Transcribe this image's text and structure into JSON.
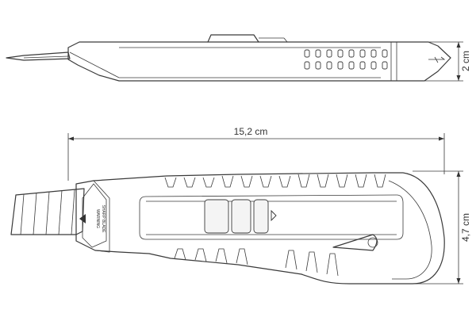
{
  "dimensions": {
    "height_side": "2 cm",
    "length": "15,2 cm",
    "height_front": "4,7 cm"
  },
  "blade_text": {
    "line1": "WARNING",
    "line2": "SHARP BLADE"
  },
  "colors": {
    "line": "#3a3a3a",
    "background": "#ffffff"
  }
}
